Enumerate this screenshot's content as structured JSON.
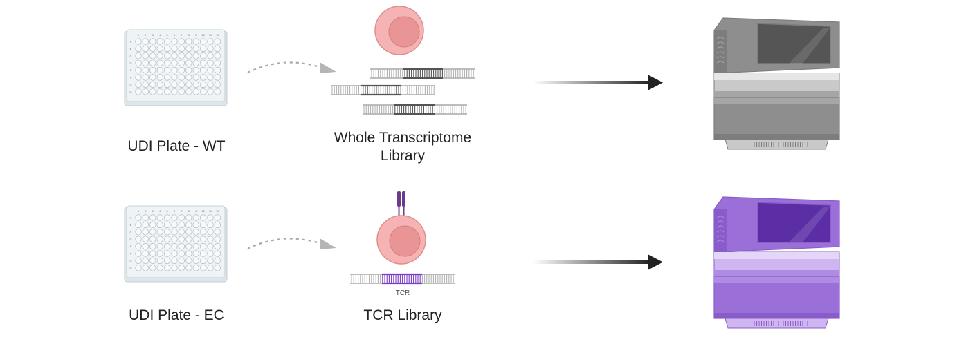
{
  "rows": [
    {
      "plate_label": "UDI Plate - WT",
      "library_label_line1": "Whole Transcriptome",
      "library_label_line2": "Library",
      "sequencer_color": "#8e8e8e",
      "sequencer_screen": "#555555"
    },
    {
      "plate_label": "UDI Plate - EC",
      "library_label_line1": "TCR Library",
      "library_label_line2": "",
      "tcr_tag": "TCR",
      "sequencer_color": "#9a6fd8",
      "sequencer_screen": "#5b2ea6"
    }
  ],
  "plate_rows": [
    "A",
    "B",
    "C",
    "D",
    "E",
    "F",
    "G",
    "H"
  ],
  "plate_cols": [
    "1",
    "2",
    "3",
    "4",
    "5",
    "6",
    "7",
    "8",
    "9",
    "10",
    "11",
    "12"
  ],
  "colors": {
    "cell_outer": "#f6b3b3",
    "cell_inner": "#e98f8f",
    "dna_grey": "#a8a8a8",
    "dna_dark": "#555555",
    "tcr_purple": "#7a3cc4",
    "arrow": "#222222"
  }
}
